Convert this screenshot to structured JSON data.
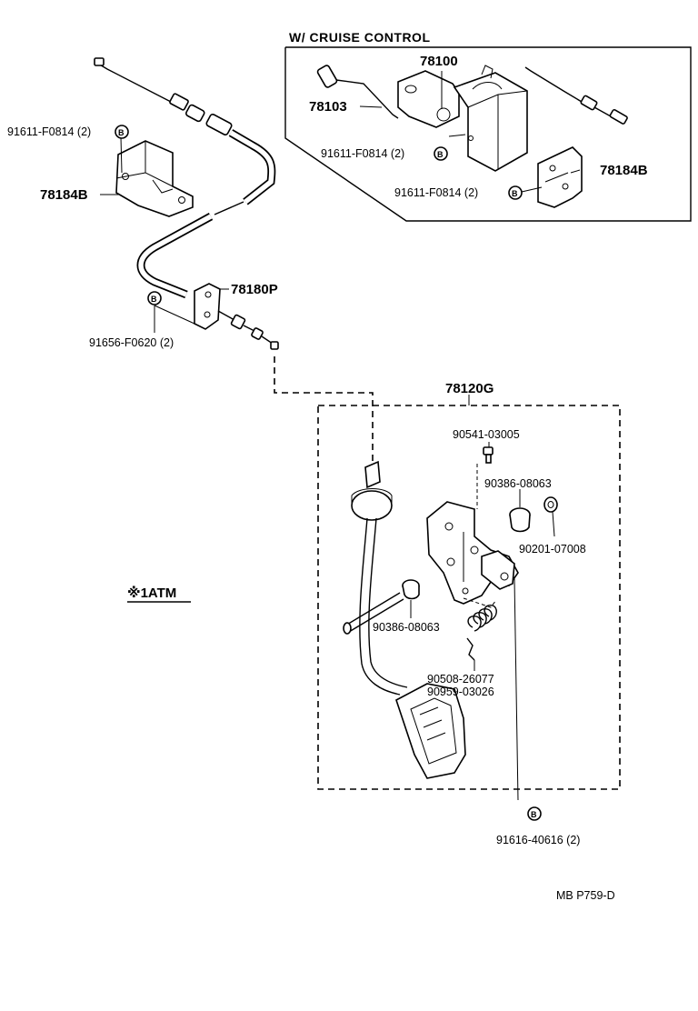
{
  "header": {
    "cruise_label": "W/ CRUISE  CONTROL"
  },
  "parts": {
    "p78100": "78100",
    "p78103": "78103",
    "p78184b_right": "78184B",
    "p78184b_left": "78184B",
    "p78180p": "78180P",
    "p78120g": "78120G",
    "p91611_left": "91611-F0814 (2)",
    "p91611_mid": "91611-F0814 (2)",
    "p91611_right": "91611-F0814 (2)",
    "p91656": "91656-F0620 (2)",
    "p90541": "90541-03005",
    "p90386_upper": "90386-08063",
    "p90201": "90201-07008",
    "p90386_lower": "90386-08063",
    "p90508": "90508-26077",
    "p90959": "90959-03026",
    "p91616": "91616-40616 (2)"
  },
  "symbols": {
    "bolt_letter": "B"
  },
  "atm_label": "※1ATM",
  "footer_code": "MB P759-D"
}
